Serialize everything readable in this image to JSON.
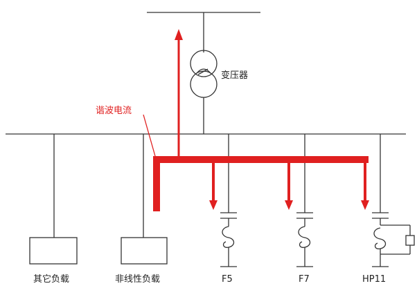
{
  "labels": {
    "transformer": "变压器",
    "harmonic_current": "谐波电流",
    "other_load": "其它负载",
    "nonlinear_load": "非线性负载",
    "f5": "F5",
    "f7": "F7",
    "hp11": "HP11"
  },
  "colors": {
    "wire": "#333333",
    "harmonic": "#e02020"
  }
}
